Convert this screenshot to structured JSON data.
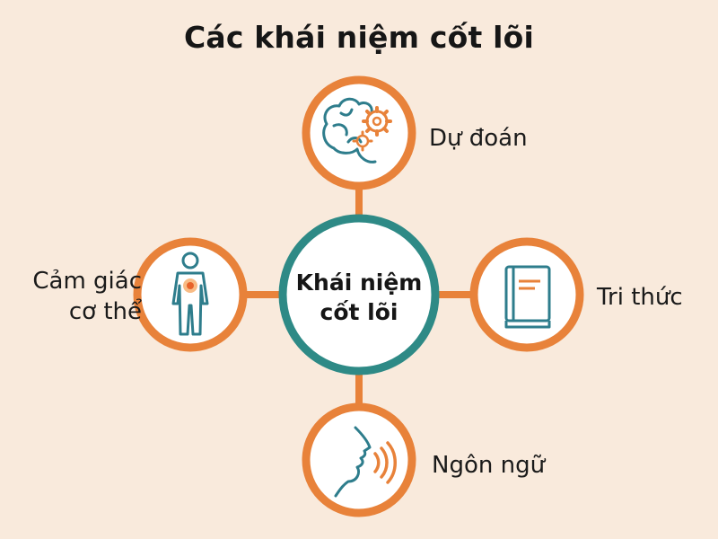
{
  "title": "Các khái niệm cốt lõi",
  "center": {
    "line1": "Khái niệm",
    "line2": "cốt lõi"
  },
  "nodes": {
    "top": {
      "label": "Dự đoán",
      "icon": "brain-gears-icon"
    },
    "right": {
      "label": "Tri thức",
      "icon": "book-icon"
    },
    "bottom": {
      "label": "Ngôn ngữ",
      "icon": "speaking-face-icon"
    },
    "left": {
      "line1": "Cảm giác",
      "line2": "cơ thể",
      "icon": "human-body-icon"
    }
  },
  "colors": {
    "background": "#f9eadc",
    "orange": "#e8823a",
    "teal": "#2e8a86",
    "icon_stroke": "#2e7d8c"
  }
}
